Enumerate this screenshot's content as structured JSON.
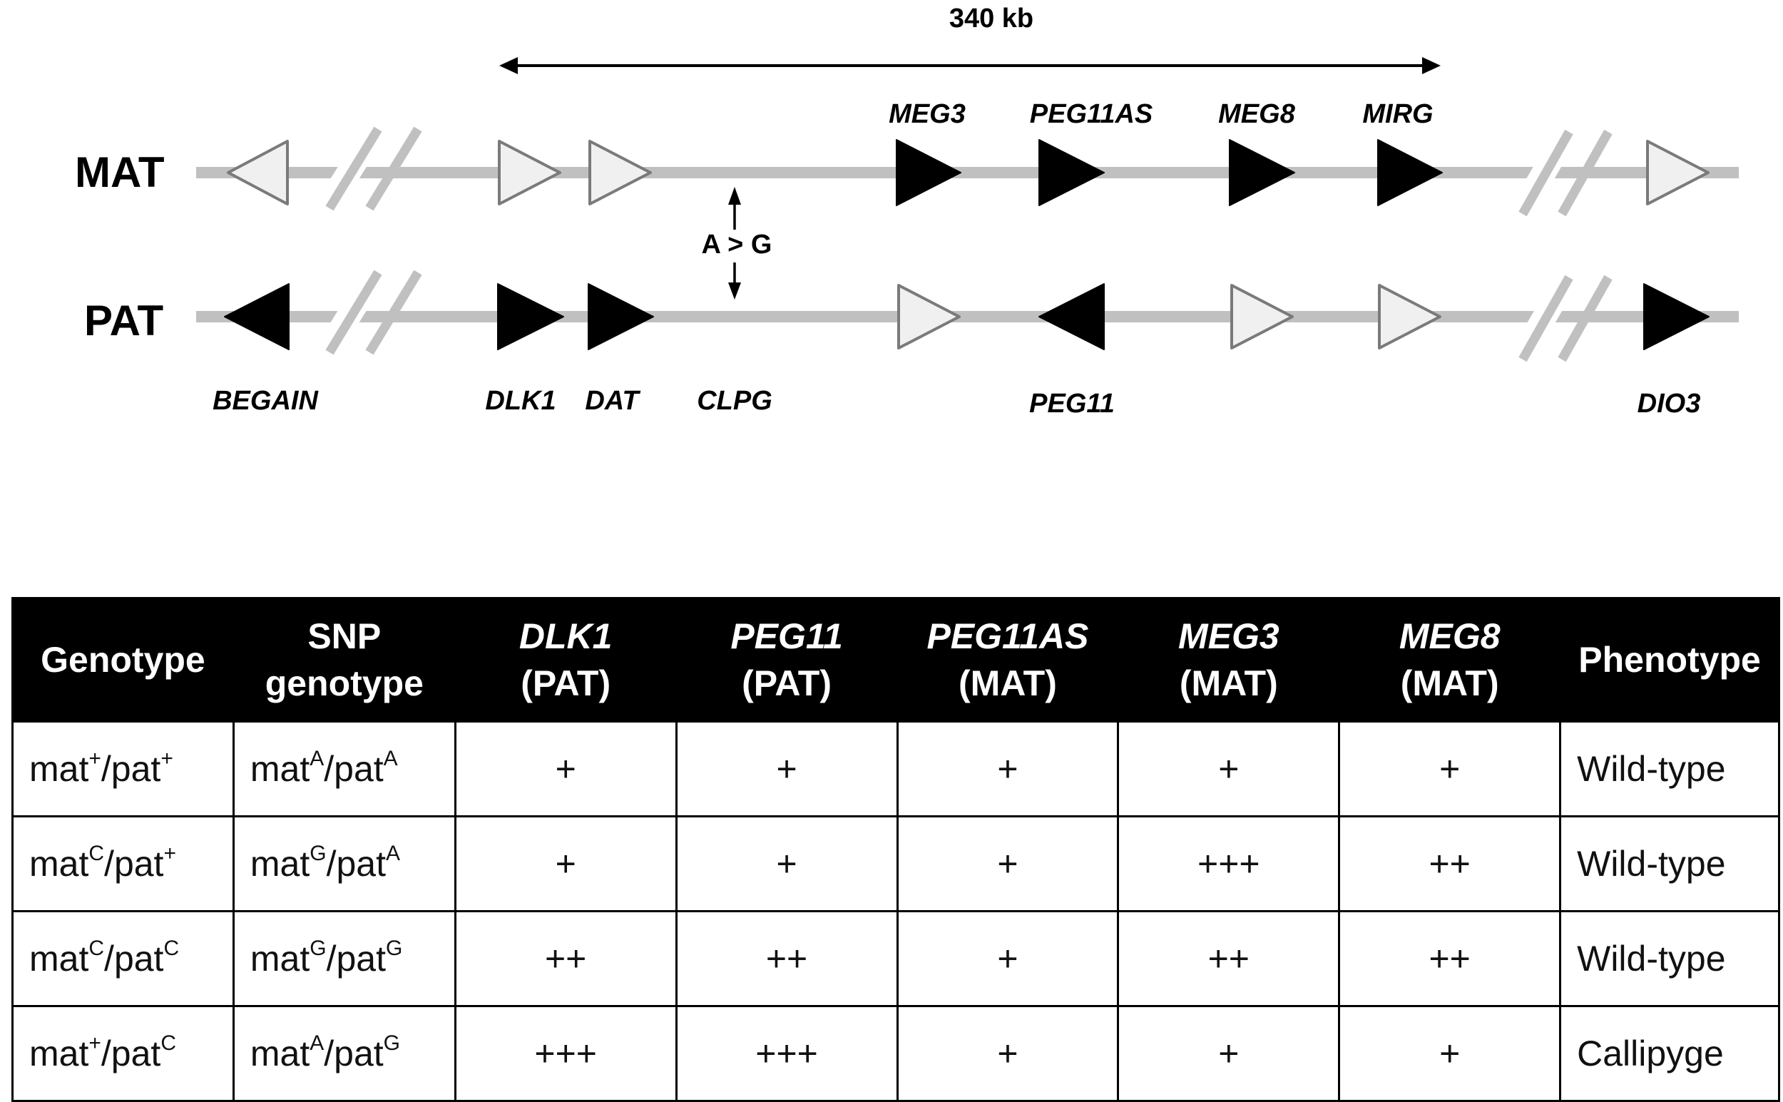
{
  "diagram": {
    "scale_label": "340 kb",
    "strands": {
      "maternal": "MAT",
      "paternal": "PAT"
    },
    "snp_label": "A > G",
    "mat_gene_labels": [
      "MEG3",
      "PEG11AS",
      "MEG8",
      "MIRG"
    ],
    "pat_gene_labels": [
      "BEGAIN",
      "DLK1",
      "DAT",
      "CLPG",
      "PEG11",
      "DIO3"
    ],
    "mat_genes": [
      {
        "direction": "left",
        "state": "inactive"
      },
      {
        "direction": "right",
        "state": "inactive"
      },
      {
        "direction": "right",
        "state": "inactive"
      },
      {
        "direction": "right",
        "state": "active"
      },
      {
        "direction": "right",
        "state": "active"
      },
      {
        "direction": "right",
        "state": "active"
      },
      {
        "direction": "right",
        "state": "active"
      },
      {
        "direction": "right",
        "state": "inactive"
      }
    ],
    "pat_genes": [
      {
        "direction": "left",
        "state": "active"
      },
      {
        "direction": "right",
        "state": "active"
      },
      {
        "direction": "right",
        "state": "active"
      },
      {
        "direction": "right",
        "state": "inactive"
      },
      {
        "direction": "left",
        "state": "active"
      },
      {
        "direction": "right",
        "state": "inactive"
      },
      {
        "direction": "right",
        "state": "inactive"
      },
      {
        "direction": "right",
        "state": "active"
      }
    ],
    "colors": {
      "strand": "#c0c0c0",
      "active": "#000000",
      "inactive_fill": "#f0f0f0",
      "inactive_stroke": "#7a7a7a"
    }
  },
  "table": {
    "headers": [
      {
        "line1": "Genotype",
        "line2": "",
        "italic": false
      },
      {
        "line1": "SNP",
        "line2": "genotype",
        "italic": false
      },
      {
        "line1": "DLK1",
        "line2": "(PAT)",
        "italic": true
      },
      {
        "line1": "PEG11",
        "line2": "(PAT)",
        "italic": true
      },
      {
        "line1": "PEG11AS",
        "line2": "(MAT)",
        "italic": true
      },
      {
        "line1": "MEG3",
        "line2": "(MAT)",
        "italic": true
      },
      {
        "line1": "MEG8",
        "line2": "(MAT)",
        "italic": true
      },
      {
        "line1": "Phenotype",
        "line2": "",
        "italic": false
      }
    ],
    "rows": [
      {
        "genotype": {
          "mat_sup": "+",
          "pat_sup": "+"
        },
        "snp": {
          "mat_sup": "A",
          "pat_sup": "A"
        },
        "dlk1": "+",
        "peg11": "+",
        "peg11as": "+",
        "meg3": "+",
        "meg8": "+",
        "phenotype": "Wild-type"
      },
      {
        "genotype": {
          "mat_sup": "C",
          "pat_sup": "+"
        },
        "snp": {
          "mat_sup": "G",
          "pat_sup": "A"
        },
        "dlk1": "+",
        "peg11": "+",
        "peg11as": "+",
        "meg3": "+++",
        "meg8": "++",
        "phenotype": "Wild-type"
      },
      {
        "genotype": {
          "mat_sup": "C",
          "pat_sup": "C"
        },
        "snp": {
          "mat_sup": "G",
          "pat_sup": "G"
        },
        "dlk1": "++",
        "peg11": "++",
        "peg11as": "+",
        "meg3": "++",
        "meg8": "++",
        "phenotype": "Wild-type"
      },
      {
        "genotype": {
          "mat_sup": "+",
          "pat_sup": "C"
        },
        "snp": {
          "mat_sup": "A",
          "pat_sup": "G"
        },
        "dlk1": "+++",
        "peg11": "+++",
        "peg11as": "+",
        "meg3": "+",
        "meg8": "+",
        "phenotype": "Callipyge"
      }
    ],
    "allele_prefixes": {
      "maternal": "mat",
      "paternal": "pat",
      "separator": "/"
    }
  }
}
